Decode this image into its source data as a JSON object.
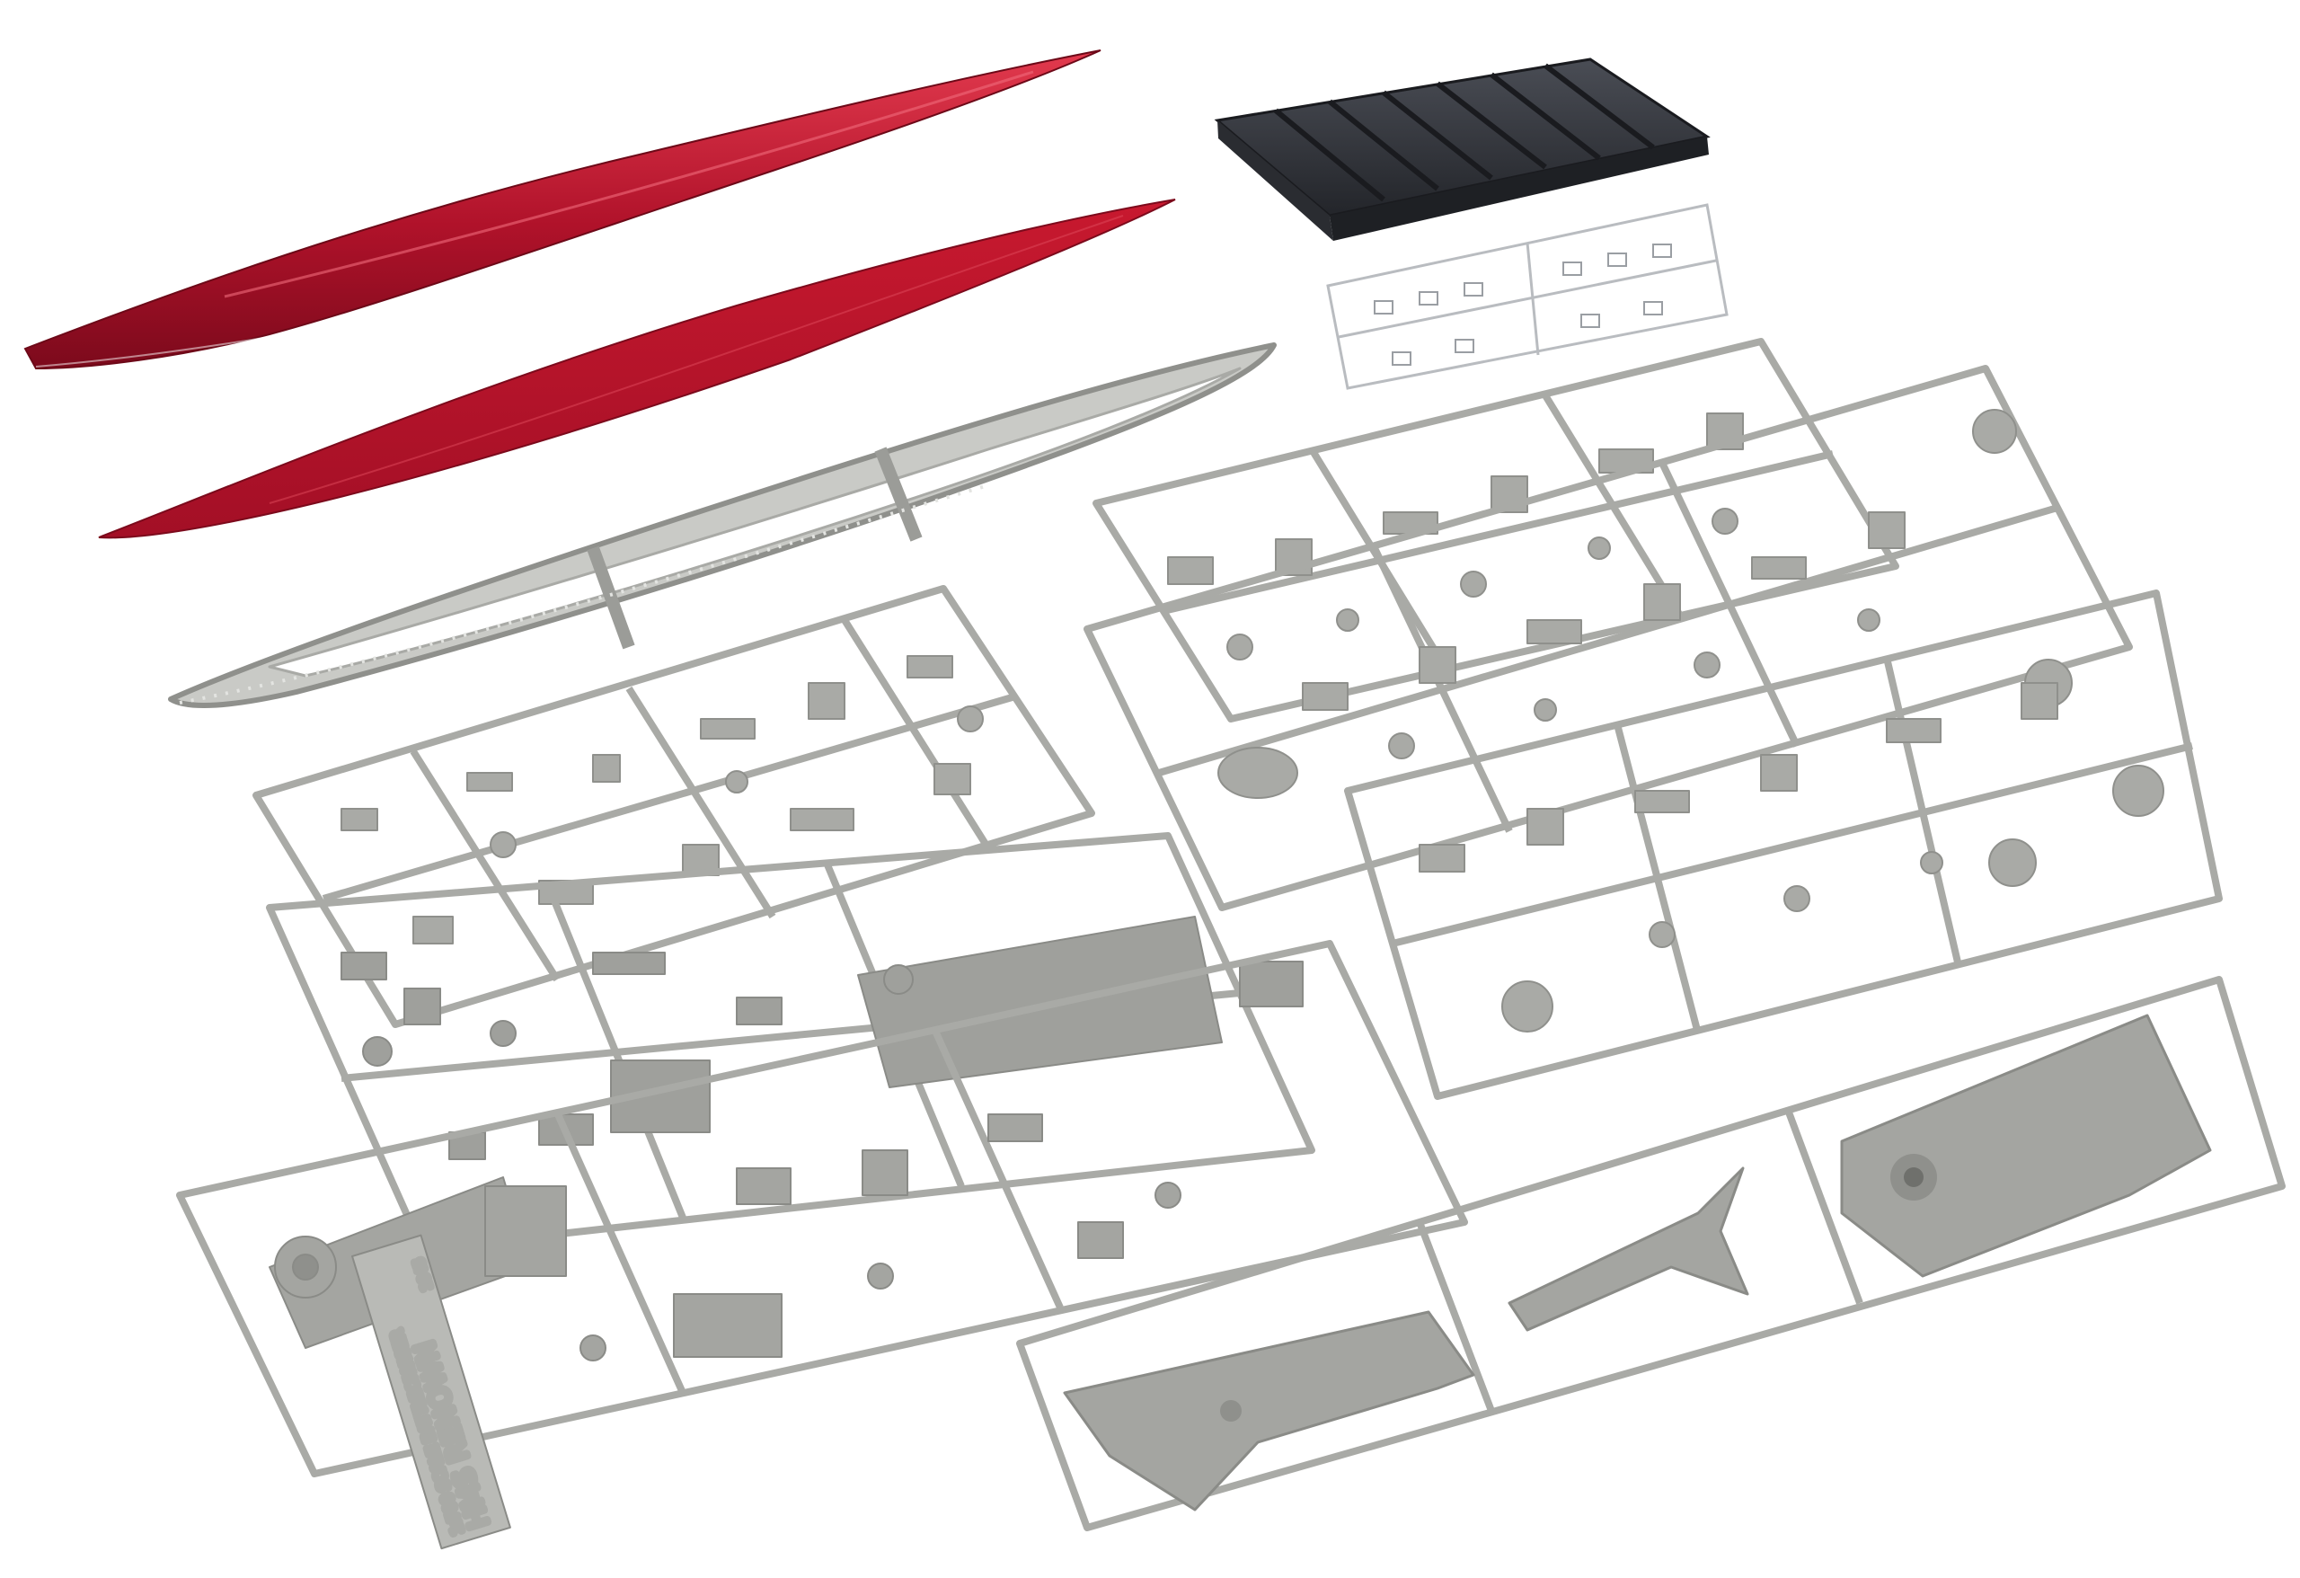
{
  "scene": {
    "background": "#ffffff",
    "colors": {
      "red_hull": "#b0122a",
      "red_hull_dark": "#7c0a1c",
      "red_hull_light": "#e23a4e",
      "grey_plastic": "#a9aaa6",
      "grey_plastic_dark": "#8f908c",
      "grey_plastic_light": "#c6c7c3",
      "stand_black": "#2e3036",
      "clear_sprue": "#e9ecef"
    }
  },
  "parts": {
    "red_hull_upper": "red-hull-half",
    "red_hull_lower": "red-hull-half",
    "grey_hull_frame": "deck-frame",
    "display_stand": "display-stand",
    "clear_sprue": "clear-parts-sprue",
    "sprue_trees": "grey-sprue-trees",
    "deck_sprue": "deck-sprue"
  },
  "labels": {
    "ship_name": "HMS RENOWN",
    "scale_text": "1:700 SCALE BATTLECRUISER",
    "year": "1945"
  }
}
